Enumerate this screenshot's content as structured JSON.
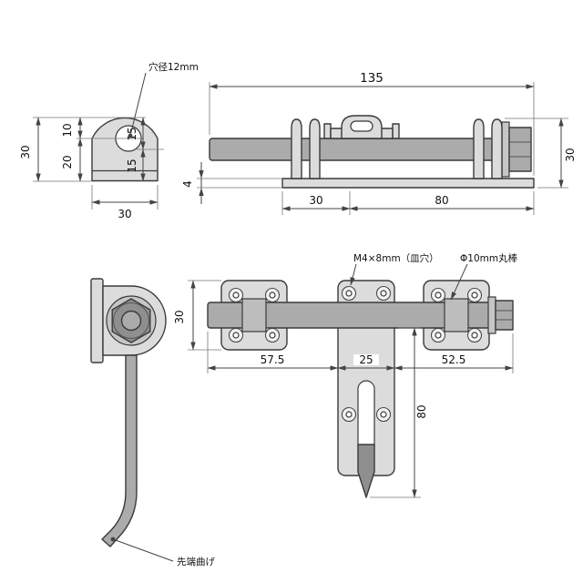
{
  "drawing": {
    "palette": {
      "line": "#3a3a3a",
      "fill_light": "#dcdcdc",
      "fill_mid": "#ababab",
      "background": "#ffffff"
    },
    "views": {
      "receiver_side": {
        "callout_hole": "穴径12mm",
        "dims": {
          "height_total": "30",
          "height_top": "10",
          "height_bottom": "20",
          "offset_upper": "15",
          "offset_lower": "15",
          "width": "30"
        }
      },
      "latch_front": {
        "dims": {
          "length_total": "135",
          "height": "30",
          "plate_thickness": "4",
          "span_left": "30",
          "span_right": "80"
        }
      },
      "latch_side": {
        "callout_bent_tip": "先端曲げ"
      },
      "latch_plan": {
        "callout_screw": "M4×8mm（皿穴）",
        "callout_rod": "Φ10mm丸棒",
        "dims": {
          "height": "30",
          "span_left": "57.5",
          "span_center": "25",
          "span_right": "52.5",
          "drop_length": "80"
        }
      }
    }
  }
}
